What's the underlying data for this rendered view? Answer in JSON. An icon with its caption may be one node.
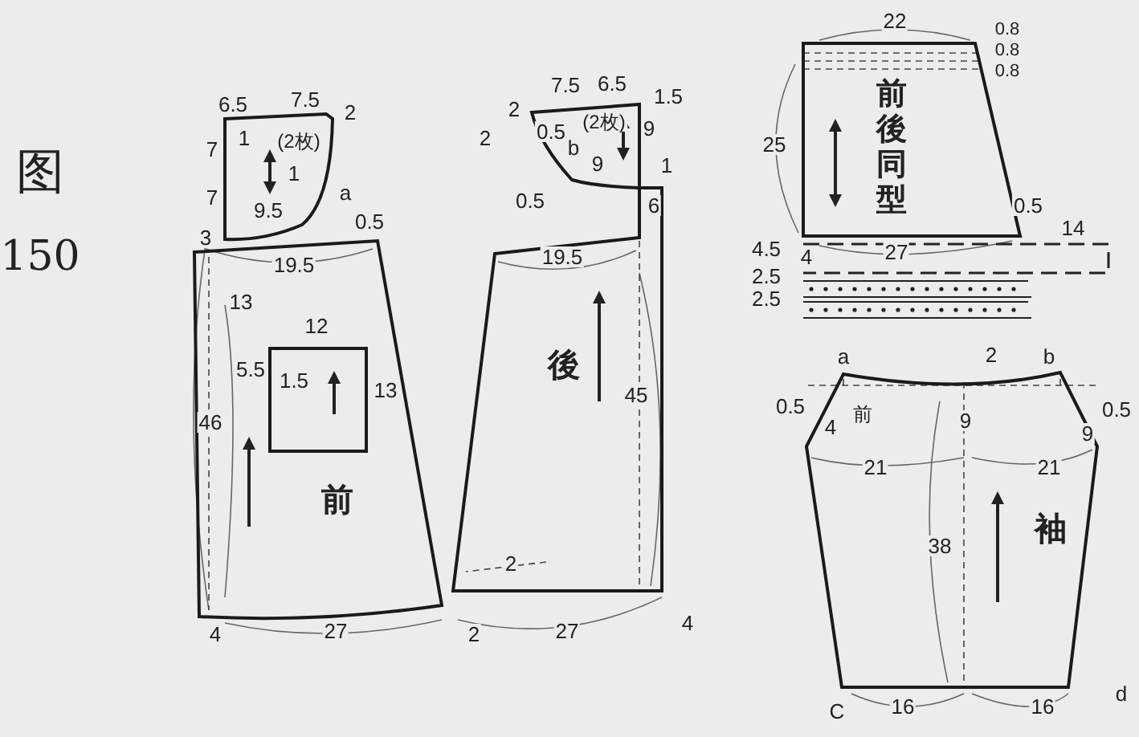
{
  "diagram": {
    "nodes": [
      {
        "text": [
          "前"
        ]
      },
      {
        "text": [
          "(2枚)"
        ]
      },
      {
        "text": [],
        "shape": "box",
        "in": 0
      },
      {
        "text": [
          "後"
        ]
      },
      {
        "text": [
          "(2枚)"
        ]
      },
      {
        "text": [
          "前後同型"
        ]
      },
      {
        "text": [
          "袖",
          "前"
        ]
      }
    ],
    "edges": [],
    "labels": [
      "图",
      "150",
      "6.5",
      "7.5",
      "2",
      "7",
      "1",
      "1",
      "7",
      "9.5",
      "a",
      "0.5",
      "3",
      "19.5",
      "13",
      "12",
      "5.5",
      "1.5",
      "13",
      "46",
      "4",
      "27",
      "7.5",
      "6.5",
      "1.5",
      "2",
      "2",
      "0.5",
      "9",
      "b",
      "9",
      "1",
      "0.5",
      "6",
      "19.5",
      "45",
      "2",
      "2",
      "27",
      "4",
      "22",
      "0.8",
      "0.8",
      "0.8",
      "25",
      "0.5",
      "14",
      "4.5",
      "4",
      "27",
      "2.5",
      "2.5",
      "a",
      "2",
      "b",
      "0.5",
      "0.5",
      "4",
      "9",
      "9",
      "21",
      "21",
      "38",
      "C",
      "16",
      "16",
      "d"
    ]
  }
}
